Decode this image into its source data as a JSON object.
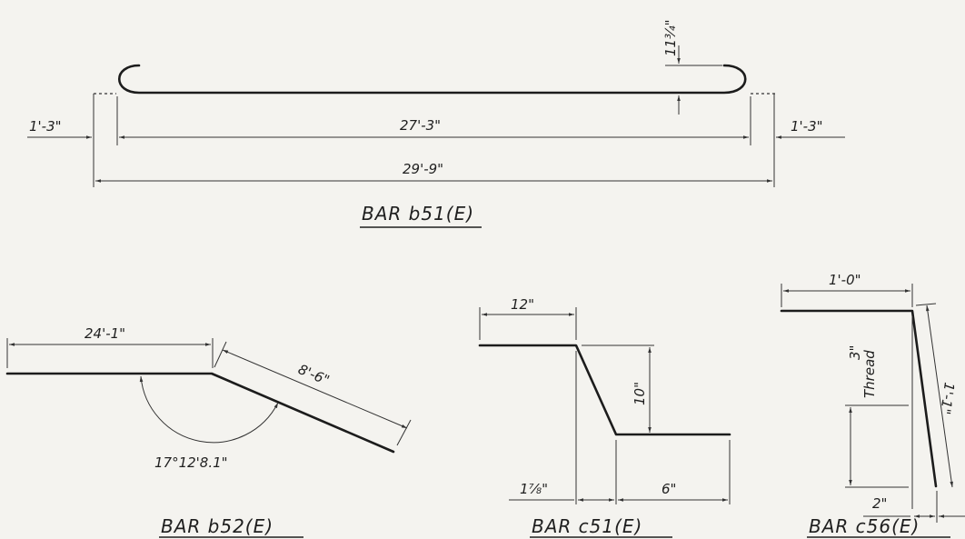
{
  "bars": {
    "b51": {
      "title": "BAR b51(E)",
      "hook_height": "11¾\"",
      "left_hook": "1'-3\"",
      "right_hook": "1'-3\"",
      "middle_length": "27'-3\"",
      "total_length": "29'-9\""
    },
    "b52": {
      "title": "BAR b52(E)",
      "straight_length": "24'-1\"",
      "bent_length": "8'-6\"",
      "angle": "17°12'8.1\""
    },
    "c51": {
      "title": "BAR c51(E)",
      "top_length": "12\"",
      "height": "10\"",
      "offset": "1⅞\"",
      "bottom_length": "6\""
    },
    "c56": {
      "title": "BAR c56(E)",
      "top_length": "1'-0\"",
      "thread_length": "3\"",
      "thread_label": "Thread",
      "leg_length": "1'-1\"",
      "offset": "2\""
    }
  }
}
